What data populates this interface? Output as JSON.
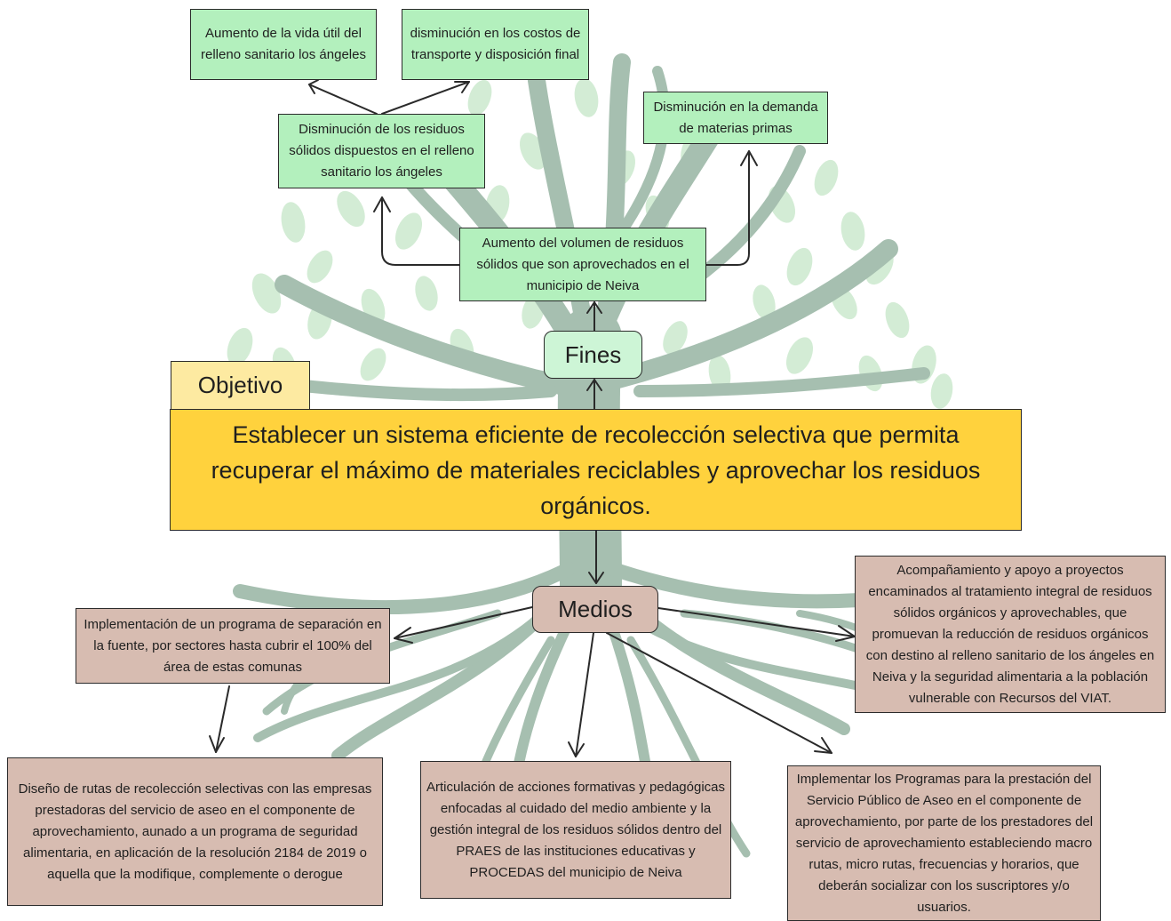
{
  "objective": {
    "tag": "Objetivo",
    "text": "Establecer un sistema eficiente de recolección selectiva que permita recuperar el máximo de materiales reciclables y aprovechar los residuos orgánicos."
  },
  "fines": {
    "label": "Fines",
    "direct": "Aumento del volumen de residuos sólidos que son aprovechados en el municipio de Neiva",
    "reduction": "Disminución de los residuos sólidos dispuestos en el relleno sanitario los ángeles",
    "demand": "Disminución en la demanda de materias primas",
    "landfill_life": "Aumento de la vida útil del relleno sanitario los ángeles",
    "transport_costs": "disminución en los costos de transporte y disposición final"
  },
  "medios": {
    "label": "Medios",
    "separation": "Implementación de un programa de separación en la fuente, por sectores hasta cubrir el 100% del área de estas comunas",
    "routes": "Diseño de rutas de recolección selectivas con las empresas prestadoras del servicio de aseo en el componente de aprovechamiento, aunado a un programa de seguridad alimentaria, en aplicación de la resolución 2184 de 2019 o aquella que la modifique, complemente o derogue",
    "education": "Articulación de acciones formativas y pedagógicas enfocadas al cuidado del medio ambiente y la gestión integral de los residuos sólidos dentro del PRAES de las instituciones educativas y PROCEDAS del municipio de Neiva",
    "programs": "Implementar los Programas para la prestación del Servicio Público de Aseo en el componente de aprovechamiento, por parte de los prestadores del servicio de aprovechamiento estableciendo macro rutas, micro rutas, frecuencias y horarios, que deberán socializar con los suscriptores y/o usuarios.",
    "support": "Acompañamiento y apoyo a proyectos encaminados al tratamiento integral de residuos sólidos orgánicos y aprovechables, que promuevan la reducción de residuos orgánicos con destino al relleno sanitario de los ángeles en Neiva y la seguridad alimentaria a la población vulnerable con Recursos del VIAT."
  },
  "colors": {
    "green_box": "#b3f0bd",
    "rose_box": "#d7bcb1",
    "objective_fill": "#ffd23d",
    "objective_tag": "#fdeaa1",
    "tree_trunk": "#a6bfb0",
    "tree_leaves": "#d3ecd5"
  },
  "icons": {
    "background": "tree-illustration"
  }
}
